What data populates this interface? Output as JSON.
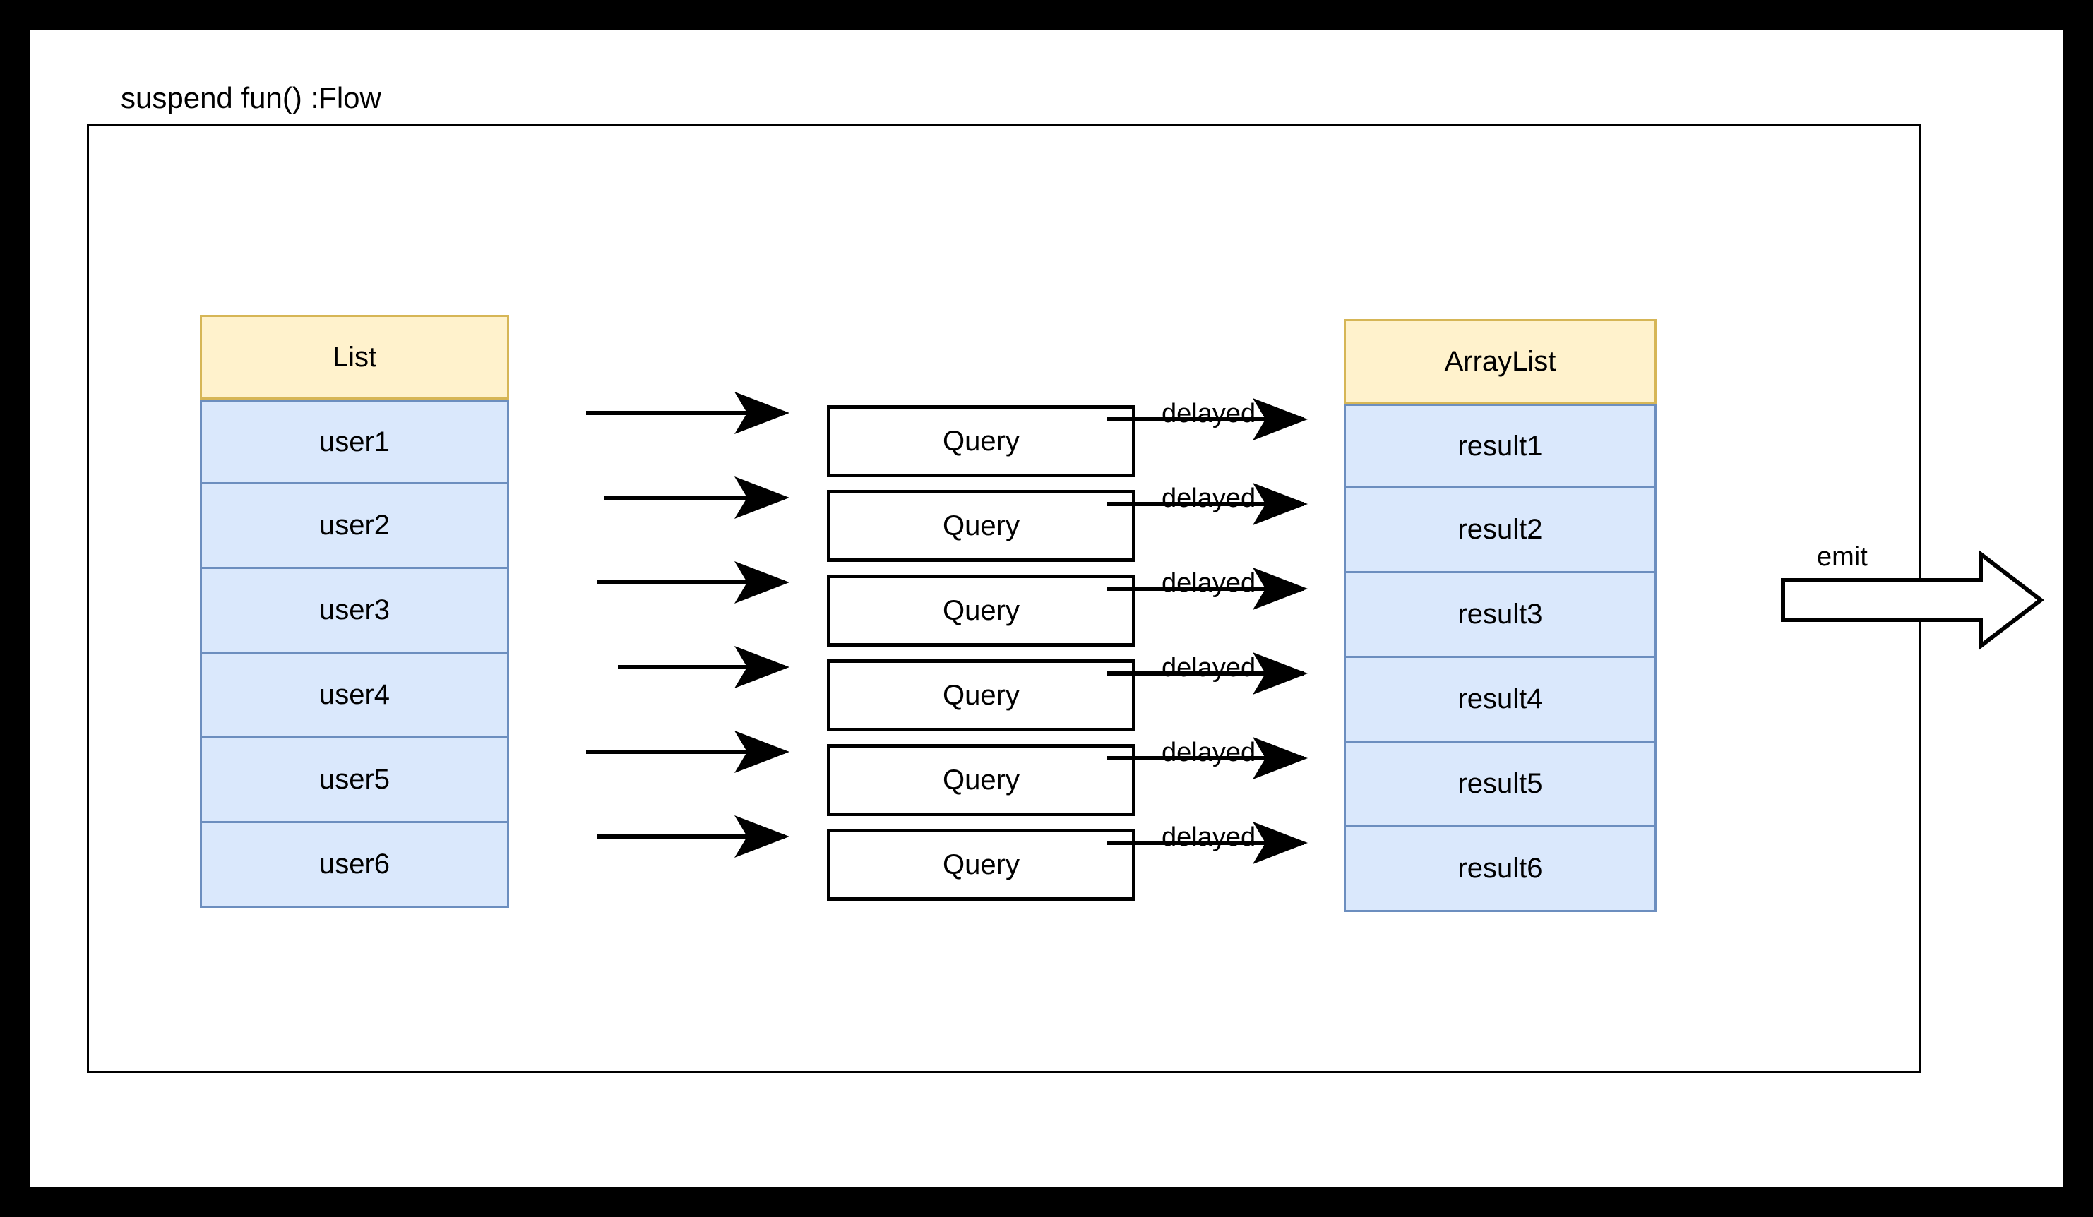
{
  "diagram": {
    "title": "suspend fun() :Flow",
    "list_table": {
      "header": "List",
      "rows": [
        "user1",
        "user2",
        "user3",
        "user4",
        "user5",
        "user6"
      ]
    },
    "query_boxes": [
      "Query",
      "Query",
      "Query",
      "Query",
      "Query",
      "Query"
    ],
    "delayed_labels": [
      "delayed",
      "delayed",
      "delayed",
      "delayed",
      "delayed",
      "delayed"
    ],
    "arraylist_table": {
      "header": "ArrayList",
      "rows": [
        "result1",
        "result2",
        "result3",
        "result4",
        "result5",
        "result6"
      ]
    },
    "emit_label": "emit"
  },
  "colors": {
    "header_fill": "#fff2cc",
    "header_border": "#d6b656",
    "row_fill": "#dae8fc",
    "row_border": "#6c8ebf",
    "line": "#000000",
    "canvas": "#ffffff",
    "frame": "#000000"
  }
}
